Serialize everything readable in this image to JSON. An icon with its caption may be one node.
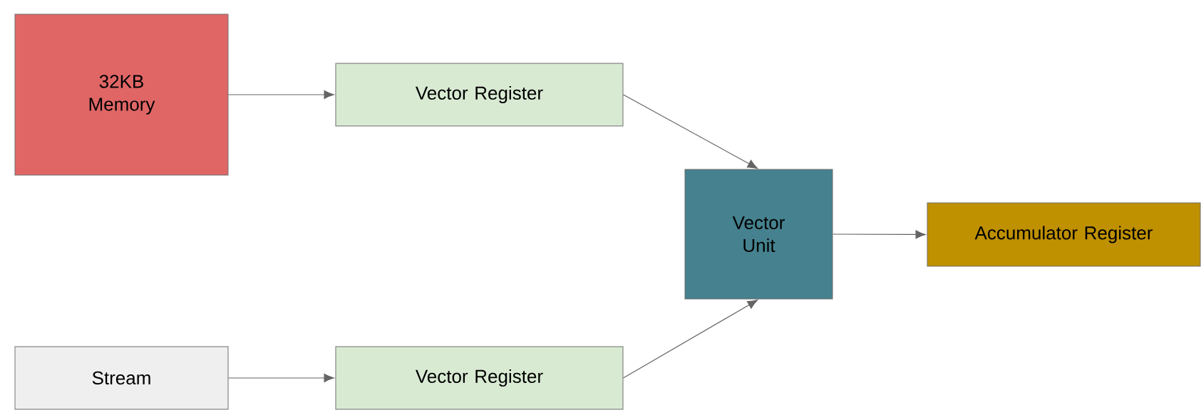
{
  "diagram": {
    "nodes": [
      {
        "text": [
          "32KB Memory"
        ]
      },
      {
        "text": [
          "Vector Register"
        ]
      },
      {
        "text": [
          "Stream"
        ]
      },
      {
        "text": [
          "Vector Register"
        ]
      },
      {
        "text": [
          "Vector Unit"
        ]
      },
      {
        "text": [
          "Accumulator Register"
        ]
      }
    ],
    "edges": [
      {
        "from": 0,
        "to": 1,
        "arrow": "to"
      },
      {
        "from": 2,
        "to": 3,
        "arrow": "to"
      },
      {
        "from": 1,
        "to": 4,
        "arrow": "to"
      },
      {
        "from": 3,
        "to": 4,
        "arrow": "to"
      },
      {
        "from": 4,
        "to": 5,
        "arrow": "to"
      }
    ]
  }
}
